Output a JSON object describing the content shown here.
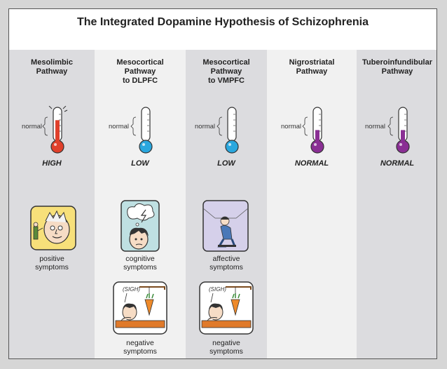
{
  "title": "The Integrated Dopamine Hypothesis of Schizophrenia",
  "normal_label": "normal",
  "colors": {
    "high": "#e0402b",
    "low": "#2aa7de",
    "normal": "#8a2f94",
    "col_dark": "#dcdcdf",
    "col_light": "#f1f1f1"
  },
  "pathways": [
    {
      "name_lines": [
        "Mesolimbic",
        "Pathway",
        ""
      ],
      "level": "HIGH",
      "level_fraction": 0.72,
      "fill": "high",
      "symptoms": [
        {
          "icon": "voices-head-icon",
          "lines": [
            "positive",
            "symptoms"
          ]
        }
      ]
    },
    {
      "name_lines": [
        "Mesocortical",
        "Pathway",
        "to DLPFC"
      ],
      "level": "LOW",
      "level_fraction": 0.0,
      "fill": "low",
      "symptoms": [
        {
          "icon": "confused-thought-icon",
          "lines": [
            "cognitive",
            "symptoms"
          ]
        },
        {
          "icon": "sigh-carrot-icon",
          "sigh": "(SIGH)",
          "lines": [
            "negative",
            "symptoms"
          ]
        }
      ]
    },
    {
      "name_lines": [
        "Mesocortical",
        "Pathway",
        "to VMPFC"
      ],
      "level": "LOW",
      "level_fraction": 0.0,
      "fill": "low",
      "symptoms": [
        {
          "icon": "sad-sitting-person-icon",
          "lines": [
            "affective",
            "symptoms"
          ]
        },
        {
          "icon": "sigh-carrot-icon",
          "sigh": "(SIGH)",
          "lines": [
            "negative",
            "symptoms"
          ]
        }
      ]
    },
    {
      "name_lines": [
        "Nigrostriatal",
        "Pathway",
        ""
      ],
      "level": "NORMAL",
      "level_fraction": 0.4,
      "fill": "normal",
      "symptoms": []
    },
    {
      "name_lines": [
        "Tuberoinfundibular",
        "Pathway",
        ""
      ],
      "level": "NORMAL",
      "level_fraction": 0.4,
      "fill": "normal",
      "symptoms": []
    }
  ]
}
